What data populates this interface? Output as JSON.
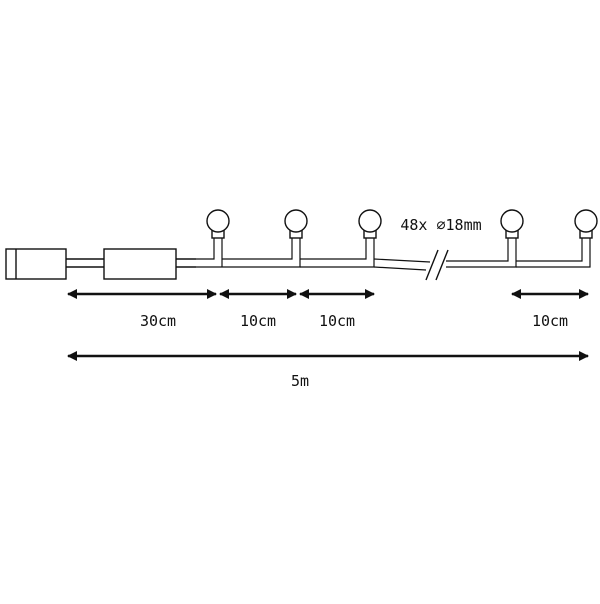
{
  "diagram": {
    "bulb_spec": "48x ⌀18mm",
    "dimensions": {
      "lead_length": "30cm",
      "spacing_first": "10cm",
      "spacing_second": "10cm",
      "spacing_last": "10cm",
      "total_length": "5m"
    },
    "colors": {
      "line": "#111111",
      "background": "#ffffff"
    }
  }
}
